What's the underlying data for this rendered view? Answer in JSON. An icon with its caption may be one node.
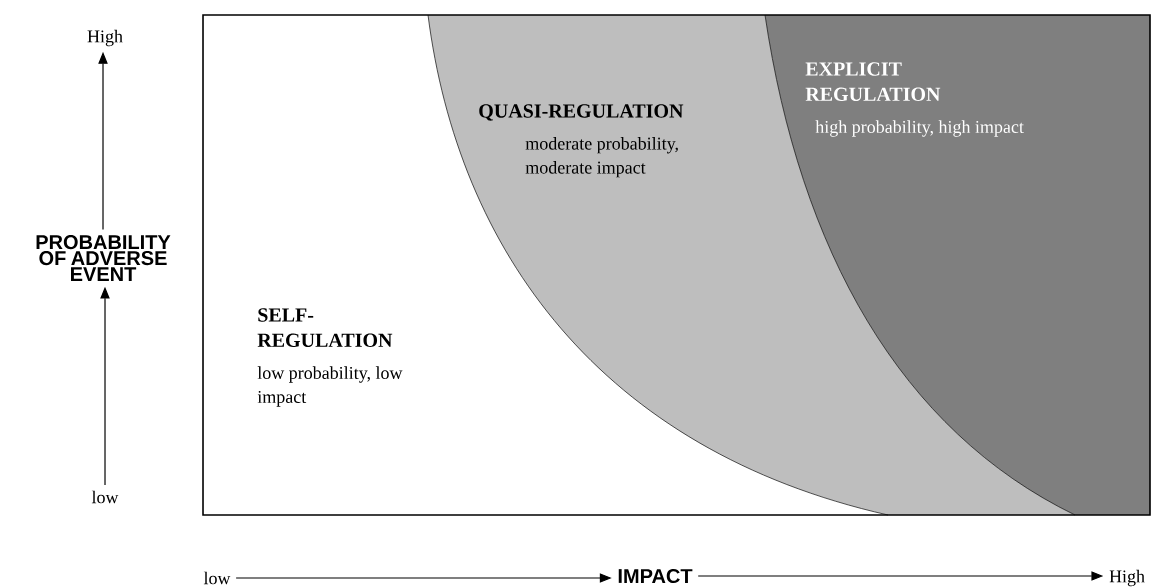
{
  "diagram": {
    "nodes": [
      {
        "text": [
          "SELF- REGULATION",
          "low probability, low impact"
        ]
      },
      {
        "text": [
          "QUASI-REGULATION",
          "moderate probability, moderate impact"
        ]
      },
      {
        "text": [
          "EXPLICIT REGULATION",
          "high probability, high impact"
        ]
      },
      {
        "text": [
          "High"
        ]
      },
      {
        "text": [
          "PROBABILITY OF ADVERSE EVENT"
        ]
      },
      {
        "text": [
          "low"
        ]
      },
      {
        "text": [
          "low"
        ]
      },
      {
        "text": [
          "IMPACT"
        ]
      },
      {
        "text": [
          "High"
        ]
      }
    ],
    "edges": [
      {
        "from": 5,
        "to": 4,
        "arrow": "to"
      },
      {
        "from": 4,
        "to": 3,
        "arrow": "to"
      },
      {
        "from": 6,
        "to": 7,
        "arrow": "to"
      },
      {
        "from": 7,
        "to": 8,
        "arrow": "to"
      }
    ]
  }
}
